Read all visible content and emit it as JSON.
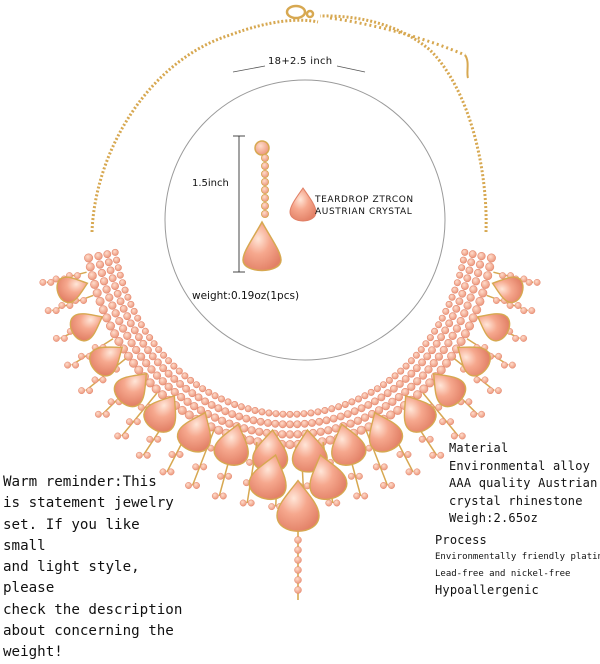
{
  "product_image": {
    "dimension_length": "18+2.5 inch",
    "dimension_earring_height": "1.5inch",
    "stone_label": [
      "TEARDROP ZTRCON",
      "AUSTRIAN CRYSTAL"
    ],
    "earring_weight": "weight:0.19oz(1pcs)",
    "warm_reminder": "Warm reminder:This\nis statement jewelry\nset. If you like small\nand light style, please\ncheck the description\nabout concerning the\nweight!",
    "specs": {
      "material_heading": "Material",
      "material_lines": [
        "Environmental alloy",
        "AAA quality Austrian",
        "crystal rhinestone",
        "Weigh:2.65oz"
      ],
      "process_heading": "Process",
      "process_lines": [
        "Environmentally friendly plating",
        "Lead-free and nickel-free"
      ],
      "hypoallergenic": "Hypoallergenic"
    },
    "colors": {
      "gold": "#d7a851",
      "crystal": "#f6a88e",
      "crystal_light": "#ffd8c6",
      "crystal_dark": "#e98c73",
      "circle": "#9a9a9a"
    }
  }
}
